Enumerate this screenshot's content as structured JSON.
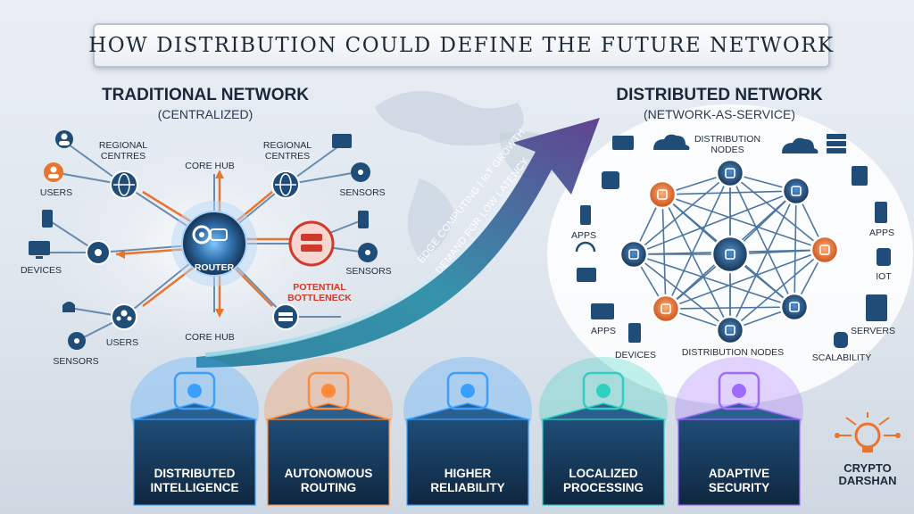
{
  "title": "HOW DISTRIBUTION COULD DEFINE THE FUTURE NETWORK",
  "traditional": {
    "title": "TRADITIONAL NETWORK",
    "subtitle": "(CENTRALIZED)",
    "labels": {
      "regional_left": "REGIONAL\nCENTRES",
      "regional_right": "REGIONAL\nCENTRES",
      "core_hub_top": "CORE HUB",
      "core_hub_bottom": "CORE HUB",
      "users_top": "USERS",
      "users_bottom": "USERS",
      "devices": "DEVICES",
      "sensors_right_top": "SENSORS",
      "sensors_right_mid": "SENSORS",
      "sensors_bottom": "SENSORS",
      "router": "ROUTER",
      "bottleneck": "POTENTIAL\nBOTTLENECK"
    }
  },
  "arrow": {
    "line1": "EDGE COMPUTING | IoT GROWTH",
    "line2": "DEMAND FOR LOW LATENCY"
  },
  "distributed": {
    "title": "DISTRIBUTED NETWORK",
    "subtitle": "(NETWORK-AS-SERVICE)",
    "labels": {
      "distribution_nodes_top": "DISTRIBUTION\nNODES",
      "distribution_nodes_bottom": "DISTRIBUTION NODES",
      "apps_left": "APPS",
      "apps_right": "APPS",
      "apps_bottom": "APPS",
      "iot": "IOT",
      "devices": "DEVICES",
      "servers": "SERVERS",
      "scalability": "SCALABILITY"
    }
  },
  "features": [
    {
      "label": "DISTRIBUTED\nINTELLIGENCE",
      "icon": "chip-brain-icon",
      "glow": "#3aa0ff"
    },
    {
      "label": "AUTONOMOUS\nROUTING",
      "icon": "route-cars-icon",
      "glow": "#ff8a3a"
    },
    {
      "label": "HIGHER\nRELIABILITY",
      "icon": "mesh-cube-icon",
      "glow": "#3aa0ff"
    },
    {
      "label": "LOCALIZED\nPROCESSING",
      "icon": "data-towers-icon",
      "glow": "#2fd0c0"
    },
    {
      "label": "ADAPTIVE\nSECURITY",
      "icon": "shield-lock-icon",
      "glow": "#a06bff"
    }
  ],
  "brand": {
    "line1": "CRYPTO",
    "line2": "DARSHAN",
    "icon": "lightbulb-circuit-icon"
  },
  "colors": {
    "navy": "#163250",
    "orange": "#e8742e",
    "red": "#d13a2a",
    "teal": "#2aa7b6"
  }
}
